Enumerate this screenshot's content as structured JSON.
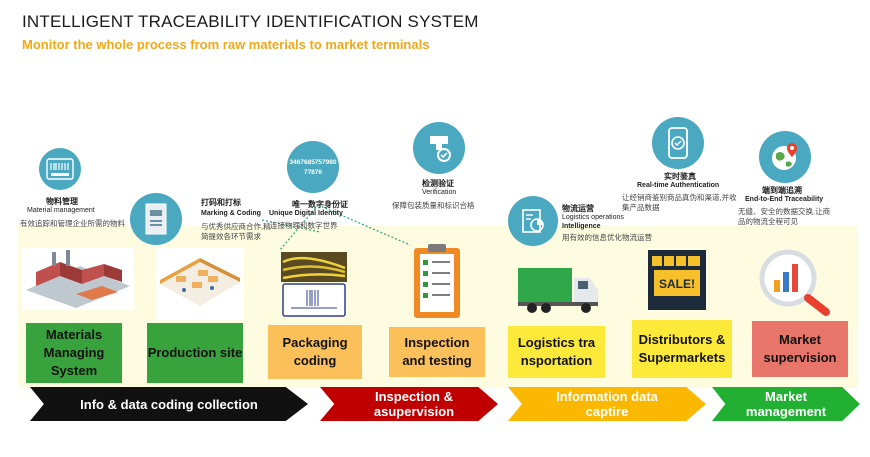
{
  "header": {
    "title": "INTELLIGENT TRACEABILITY IDENTIFICATION SYSTEM",
    "subtitle": "Monitor the whole process from raw materials to market terminals"
  },
  "colors": {
    "teal": "#4aa8c0",
    "green": "#38a33c",
    "yellow": "#fde93a",
    "orange": "#fbc05a",
    "salmon": "#e8756a",
    "black": "#111111",
    "red": "#c00000",
    "amber": "#fbb800",
    "bright_green": "#22b033"
  },
  "steps": [
    {
      "cn": "物料管理",
      "en": "Material management",
      "desc": "有效追踪和管理企业所需的物料",
      "icon": "barcode-scan-icon",
      "image": "factory-illustration",
      "box": "Materials Managing System"
    },
    {
      "cn": "打码和打标",
      "en": "Marking & Coding",
      "desc": "与优秀供应商合作,精简提效各环节需求",
      "icon": "printer-icon",
      "image": "production-line-illustration",
      "box": "Production site"
    },
    {
      "cn": "唯一数字身份证",
      "en": "Unique Digital Identity",
      "code": "3467685757980 77876",
      "desc": "连接物理和数字世界",
      "icon": "digital-id-icon",
      "image": "cable-packaging-photo",
      "box": "Packaging coding"
    },
    {
      "cn": "检测验证",
      "en": "Verification",
      "desc": "保障包装质量和标识合格",
      "icon": "inspection-camera-icon",
      "image": "checklist-clipboard-illustration",
      "box": "Inspection and testing"
    },
    {
      "cn": "物流运营",
      "en": "Logistics operations",
      "en2": "Intelligence",
      "desc": "用有效的信息优化物流运营",
      "icon": "document-chart-icon",
      "image": "truck-illustration",
      "box": "Logistics transportation"
    },
    {
      "cn": "实时鉴真",
      "en": "Real-time Authentication",
      "desc": "让经销商鉴别商品真伪和渠道,并收集产品数据",
      "icon": "phone-check-icon",
      "image": "sale-store-illustration",
      "box": "Distributors & Supermarkets"
    },
    {
      "cn": "端到端追溯",
      "en": "End-to-End Traceability",
      "desc": "无缝、安全的数据交换,让商品的物流全程可见",
      "icon": "globe-location-icon",
      "image": "magnifier-analytics-illustration",
      "box": "Market supervision"
    }
  ],
  "stages": [
    {
      "label": "Info & data coding collection"
    },
    {
      "label": "Inspection & asupervision"
    },
    {
      "label": "Information data captire"
    },
    {
      "label": "Market management"
    }
  ]
}
